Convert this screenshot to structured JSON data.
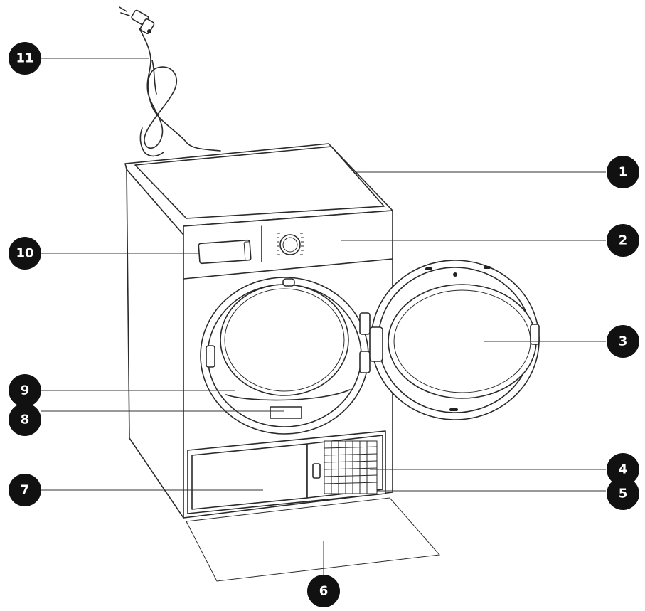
{
  "diagram": {
    "callouts": [
      {
        "id": "1",
        "label": "1"
      },
      {
        "id": "2",
        "label": "2"
      },
      {
        "id": "3",
        "label": "3"
      },
      {
        "id": "4",
        "label": "4"
      },
      {
        "id": "5",
        "label": "5"
      },
      {
        "id": "6",
        "label": "6"
      },
      {
        "id": "7",
        "label": "7"
      },
      {
        "id": "8",
        "label": "8"
      },
      {
        "id": "9",
        "label": "9"
      },
      {
        "id": "10",
        "label": "10"
      },
      {
        "id": "11",
        "label": "11"
      }
    ]
  },
  "colors": {
    "callout": "#111111",
    "line": "#2a2a2a",
    "background": "#ffffff"
  }
}
